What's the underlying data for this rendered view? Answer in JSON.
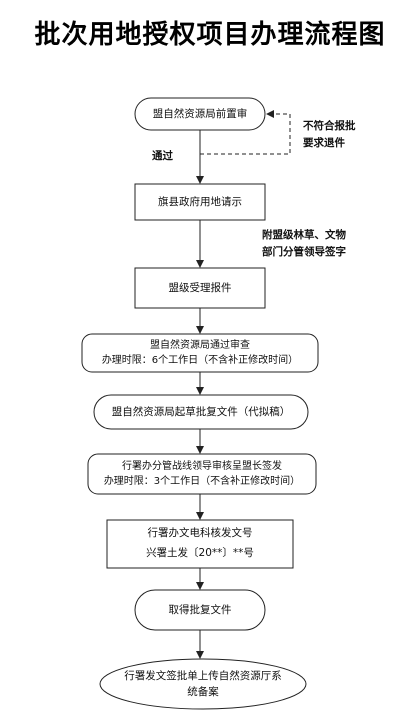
{
  "title": "批次用地授权项目办理流程图",
  "steps": [
    {
      "id": "s1",
      "text": "盟自然资源局前置审",
      "shape": "rounded"
    },
    {
      "id": "s2",
      "text": "旗县政府用地请示",
      "shape": "rect"
    },
    {
      "id": "s3",
      "text": "盟级受理报件",
      "shape": "rect"
    },
    {
      "id": "s4",
      "text": "盟自然资源局通过审查\n办理时限：6个工作日（不含补正修改时间）",
      "shape": "rounded"
    },
    {
      "id": "s5",
      "text": "盟自然资源局起草批复文件（代拟稿）",
      "shape": "rounded"
    },
    {
      "id": "s6",
      "text": "行署办分管战线领导审核呈盟长签发\n办理时限：3个工作日（不含补正修改时间）",
      "shape": "rounded"
    },
    {
      "id": "s7",
      "text": "行署办文电科核发文号\n兴署土发〔20**〕**号",
      "shape": "rect"
    },
    {
      "id": "s8",
      "text": "取得批复文件",
      "shape": "rounded"
    },
    {
      "id": "s9",
      "text": "行署发文签批单上传自然资源厅系\n统备案",
      "shape": "ellipse"
    }
  ],
  "notes": {
    "pass": "通过",
    "reject": "不符合报批\n要求退件",
    "attach": "附盟级林草、文物\n部门分管领导签字"
  },
  "colors": {
    "line": "#222222",
    "fill": "#ffffff"
  }
}
